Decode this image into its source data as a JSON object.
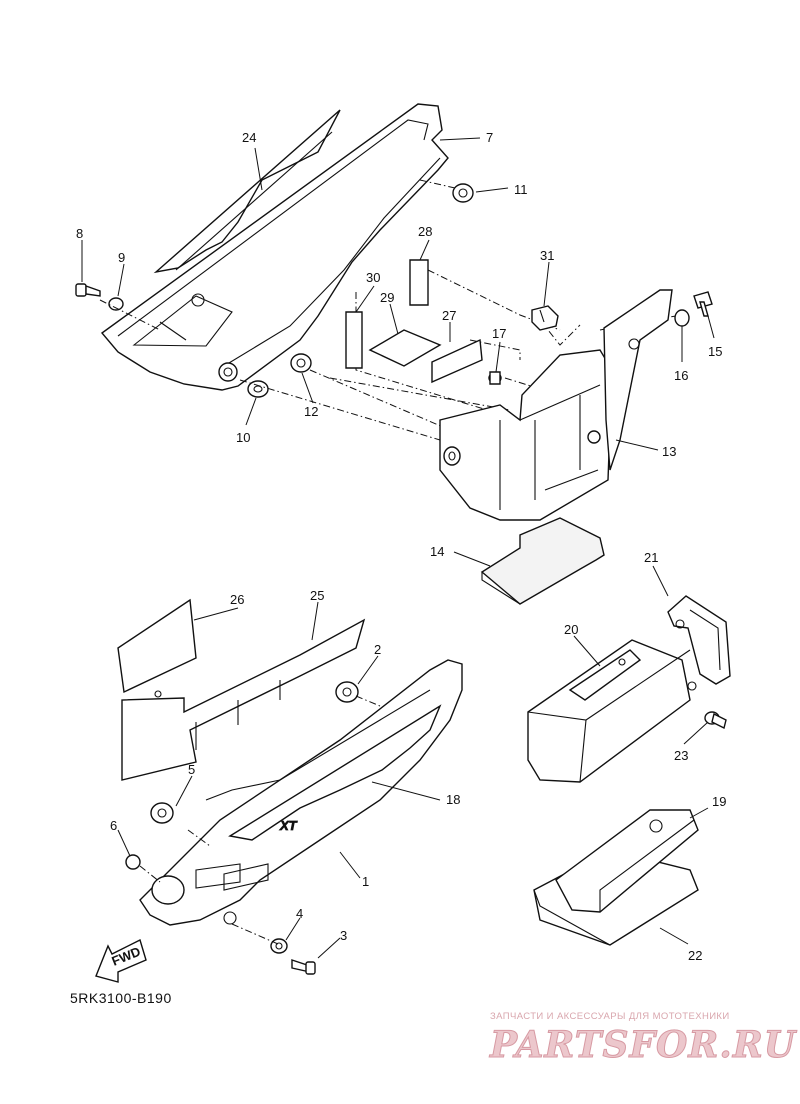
{
  "diagram": {
    "catalog_code": "5RK3100-B190",
    "fwd_label": "FWD",
    "callouts": [
      "1",
      "2",
      "3",
      "4",
      "5",
      "6",
      "7",
      "8",
      "9",
      "10",
      "11",
      "12",
      "13",
      "14",
      "15",
      "16",
      "17",
      "18",
      "19",
      "20",
      "21",
      "22",
      "23",
      "24",
      "25",
      "26",
      "27",
      "28",
      "29",
      "30",
      "31"
    ]
  },
  "watermark": {
    "tagline": "ЗАПЧАСТИ И АКСЕССУАРЫ ДЛЯ МОТОТЕХНИКИ",
    "brand": "PARTSFOR.RU",
    "color": "#e3b5bb"
  }
}
